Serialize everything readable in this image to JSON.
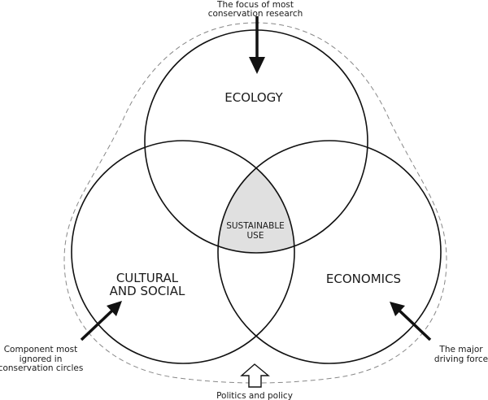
{
  "circles": {
    "ecology": "ECOLOGY",
    "cultural": [
      "CULTURAL",
      "AND SOCIAL"
    ],
    "economics": "ECONOMICS"
  },
  "center": [
    "SUSTAINABLE",
    "USE"
  ],
  "annotations": {
    "top": [
      "The focus of most",
      "conservation research"
    ],
    "left": [
      "Component most",
      "ignored in",
      "conservation circles"
    ],
    "right": [
      "The major",
      "driving force"
    ],
    "bottom": "Politics and policy"
  },
  "colors": {
    "center_fill": "#e0e0e0",
    "line": "#111111",
    "dashed": "#888888"
  }
}
